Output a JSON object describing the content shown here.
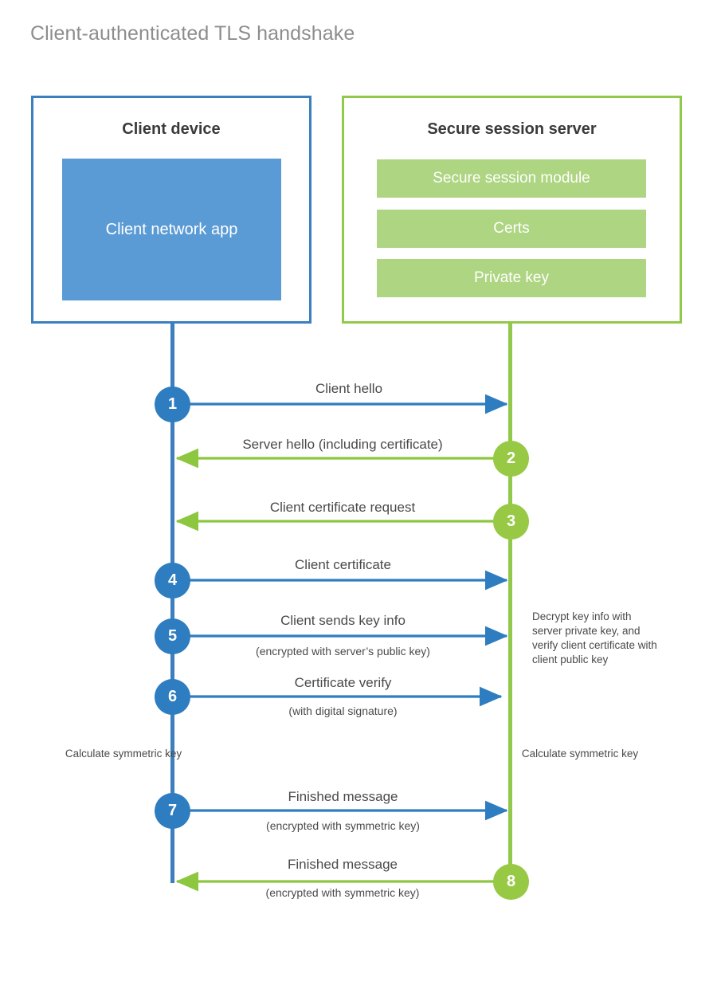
{
  "title": "Client-authenticated TLS handshake",
  "colors": {
    "client_blue": "#3c7fbf",
    "client_app_fill": "#5b9bd5",
    "client_circle": "#2e7dc0",
    "server_green": "#92c84b",
    "server_bar_fill": "#aed581",
    "server_circle": "#97c944",
    "title_gray": "#8d8d8d",
    "text_gray": "#4a4a4a",
    "background": "#ffffff"
  },
  "client": {
    "title": "Client device",
    "app_label": "Client network app",
    "note": "Calculate symmetric key"
  },
  "server": {
    "title": "Secure session server",
    "modules": [
      {
        "label": "Secure session module"
      },
      {
        "label": "Certs"
      },
      {
        "label": "Private key"
      }
    ],
    "note_decrypt": "Decrypt key info with server private key, and verify client certificate with client public key",
    "note_calculate": "Calculate symmetric key"
  },
  "steps": [
    {
      "number": "1",
      "label": "Client hello",
      "sublabel": "",
      "direction": "client-to-server",
      "side": "client"
    },
    {
      "number": "2",
      "label": "Server hello (including certificate)",
      "sublabel": "",
      "direction": "server-to-client",
      "side": "server"
    },
    {
      "number": "3",
      "label": "Client certificate request",
      "sublabel": "",
      "direction": "server-to-client",
      "side": "server"
    },
    {
      "number": "4",
      "label": "Client certificate",
      "sublabel": "",
      "direction": "client-to-server",
      "side": "client"
    },
    {
      "number": "5",
      "label": "Client sends key info",
      "sublabel": "(encrypted with server’s public key)",
      "direction": "client-to-server",
      "side": "client"
    },
    {
      "number": "6",
      "label": "Certificate verify",
      "sublabel": "(with digital signature)",
      "direction": "client-to-server",
      "side": "client"
    },
    {
      "number": "7",
      "label": "Finished message",
      "sublabel": "(encrypted with symmetric key)",
      "direction": "client-to-server",
      "side": "client"
    },
    {
      "number": "8",
      "label": "Finished message",
      "sublabel": "(encrypted with symmetric key)",
      "direction": "server-to-client",
      "side": "server"
    }
  ]
}
